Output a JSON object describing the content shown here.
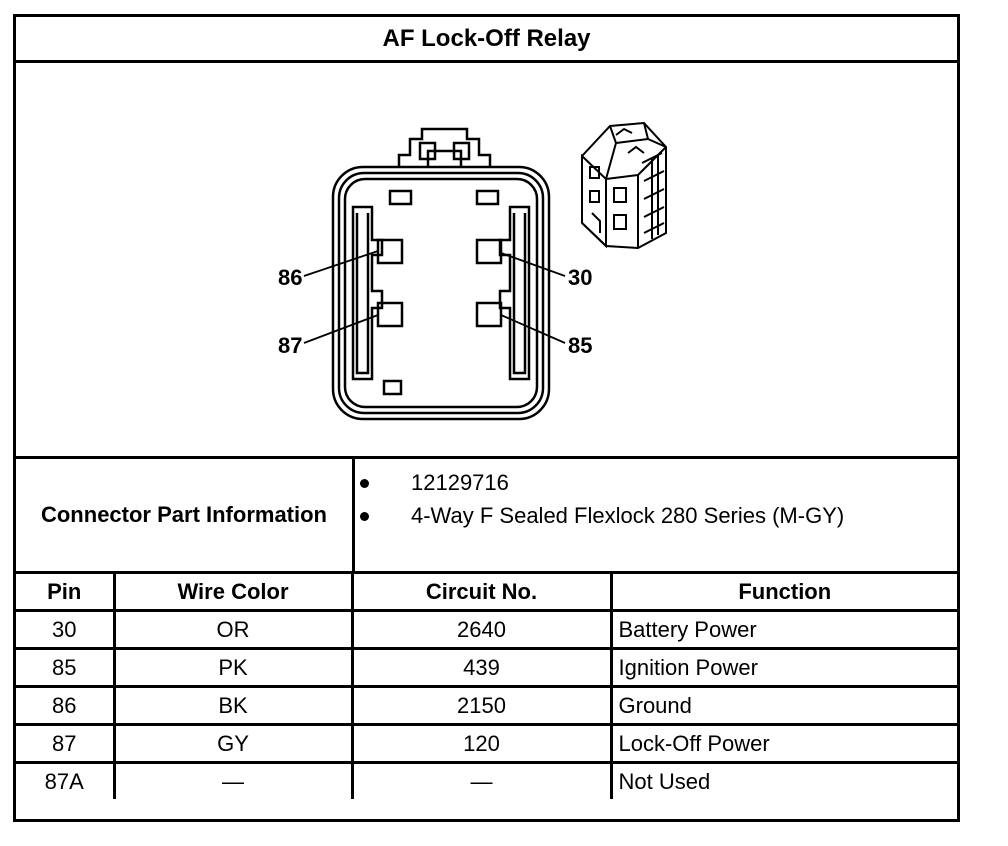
{
  "title": "AF Lock-Off Relay",
  "diagram": {
    "pin_labels": {
      "p86": "86",
      "p30": "30",
      "p87": "87",
      "p85": "85"
    }
  },
  "connector_info": {
    "label": "Connector Part Information",
    "items": [
      "12129716",
      "4-Way F Sealed Flexlock 280 Series (M-GY)"
    ]
  },
  "table": {
    "headers": [
      "Pin",
      "Wire Color",
      "Circuit No.",
      "Function"
    ],
    "rows": [
      [
        "30",
        "OR",
        "2640",
        "Battery Power"
      ],
      [
        "85",
        "PK",
        "439",
        "Ignition Power"
      ],
      [
        "86",
        "BK",
        "2150",
        "Ground"
      ],
      [
        "87",
        "GY",
        "120",
        "Lock-Off Power"
      ],
      [
        "87A",
        "—",
        "—",
        "Not Used"
      ]
    ]
  }
}
